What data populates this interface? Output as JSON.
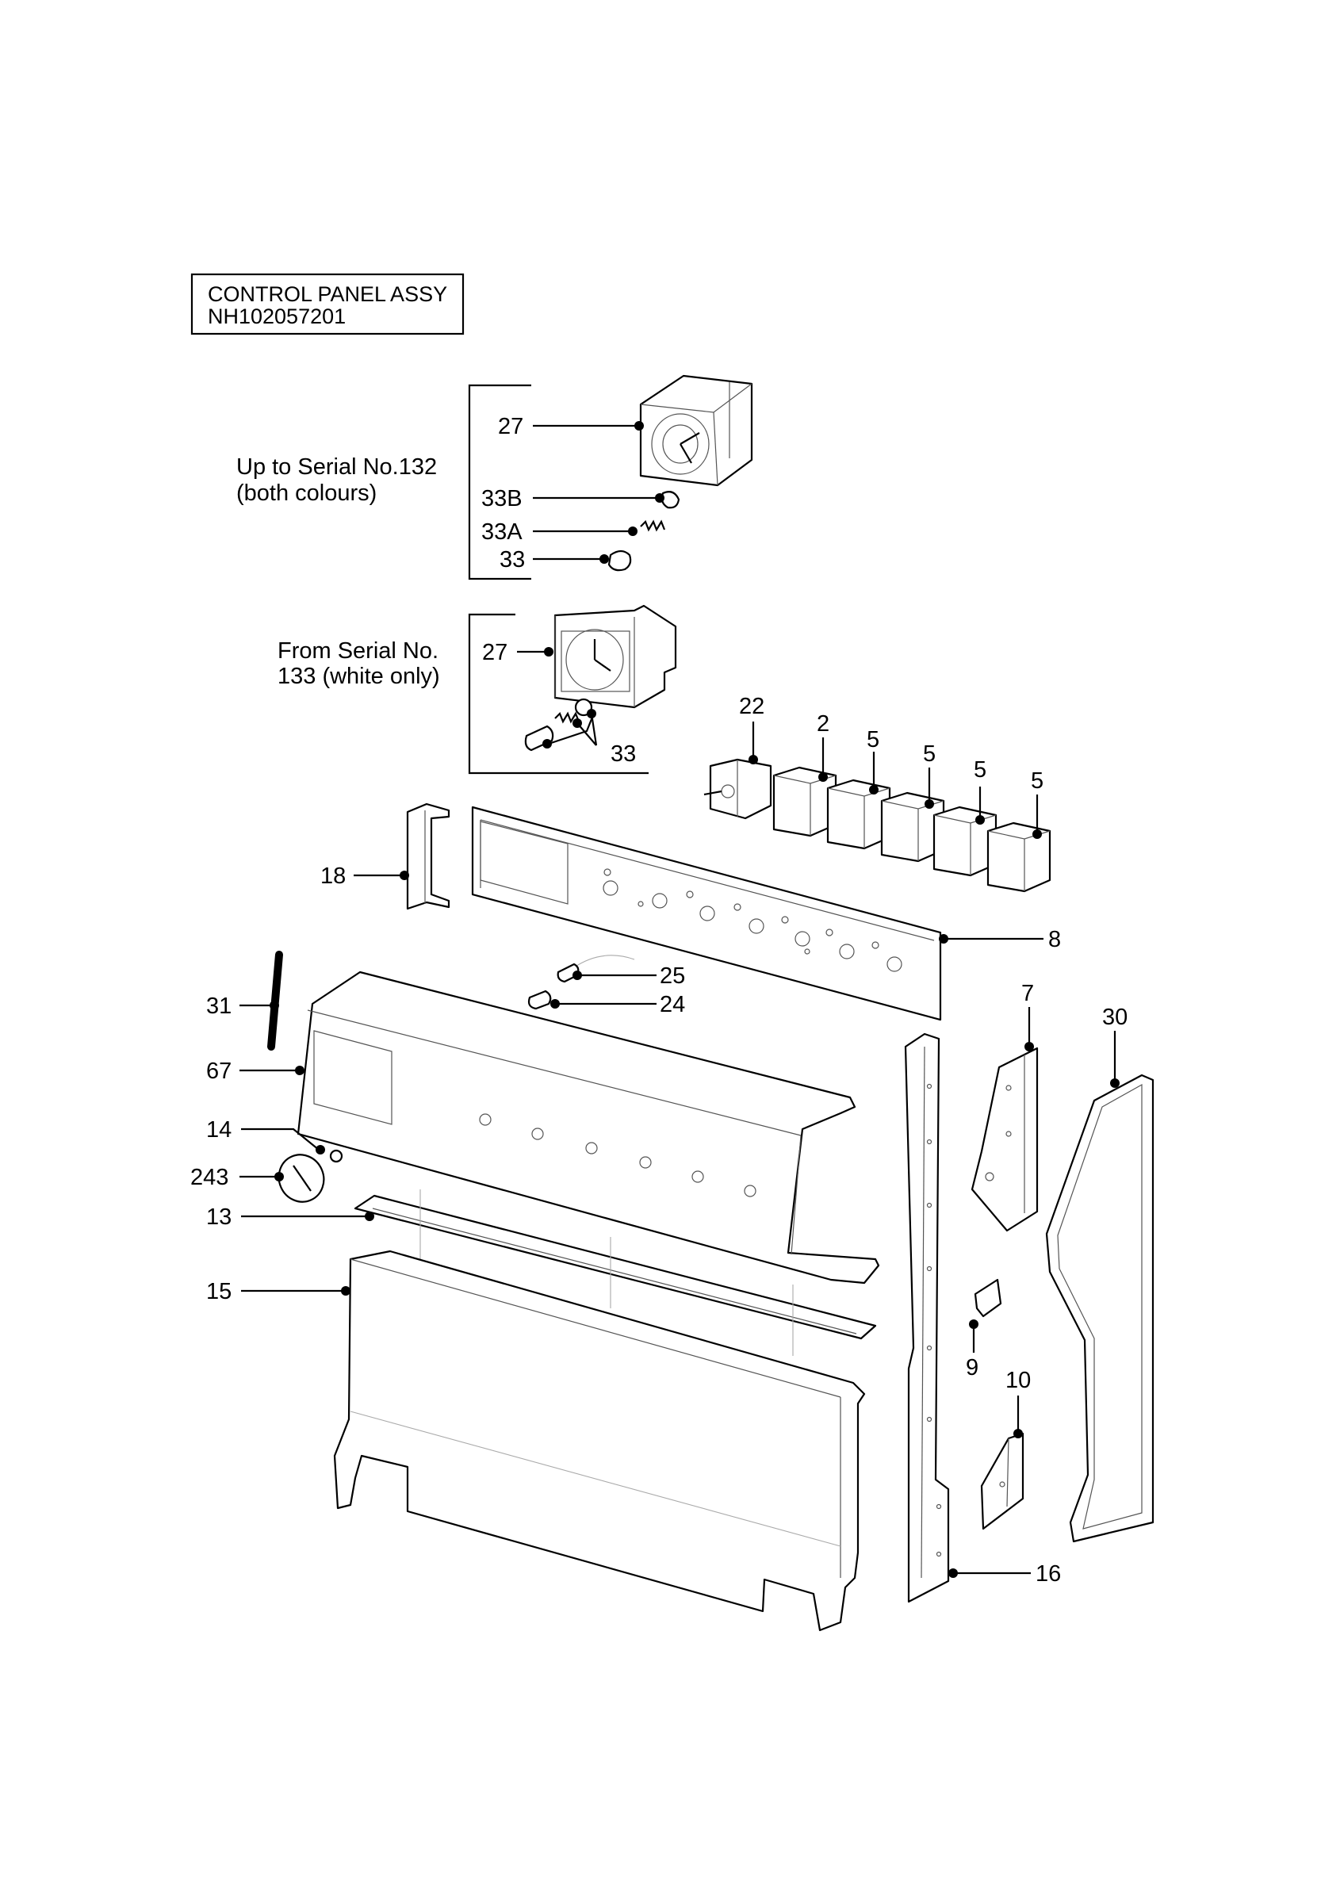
{
  "title_block": {
    "line1": "CONTROL PANEL ASSY",
    "line2": "NH102057201"
  },
  "groups": {
    "old_timer": {
      "line1": "Up to Serial No.132",
      "line2": "(both colours)"
    },
    "new_timer": {
      "line1": "From Serial No.",
      "line2": "133 (white only)"
    }
  },
  "callouts": {
    "c27a": "27",
    "c33b": "33B",
    "c33a": "33A",
    "c33_old": "33",
    "c27b": "27",
    "c33_new": "33",
    "c22": "22",
    "c2": "2",
    "c5a": "5",
    "c5b": "5",
    "c5c": "5",
    "c5d": "5",
    "c18": "18",
    "c8": "8",
    "c25": "25",
    "c24": "24",
    "c31": "31",
    "c67": "67",
    "c14": "14",
    "c243": "243",
    "c13": "13",
    "c15": "15",
    "c7": "7",
    "c30": "30",
    "c9": "9",
    "c10": "10",
    "c16": "16"
  }
}
